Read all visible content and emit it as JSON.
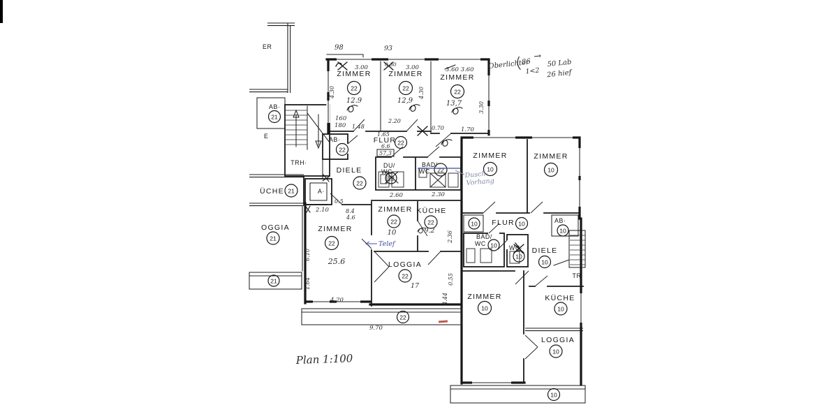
{
  "plan": {
    "scale_note": "Plan  1:100"
  },
  "a22": {
    "z1": {
      "label": "ZIMMER",
      "unit": "22",
      "area": "12.9"
    },
    "z2": {
      "label": "ZIMMER",
      "unit": "22",
      "area": "12,9"
    },
    "z3": {
      "label": "ZIMMER",
      "unit": "22",
      "area": "13,7"
    },
    "ab": {
      "label": "AB·",
      "unit": "22"
    },
    "flur": {
      "label": "FLUR",
      "unit": "22",
      "area": "6.6",
      "area_alt": "57,3"
    },
    "duwc": {
      "label1": "DU/",
      "label2": "WC",
      "unit": "22"
    },
    "badwc": {
      "label1": "BAD/",
      "label2": "WC",
      "unit": "22"
    },
    "diele": {
      "label": "DIELE",
      "unit": "22"
    },
    "zbig": {
      "label": "ZIMMER",
      "unit": "22",
      "area": "25.6"
    },
    "zmid": {
      "label": "ZIMMER",
      "unit": "22",
      "area": "10"
    },
    "kueche": {
      "label": "KÜCHE",
      "unit": "22",
      "area": "9.2"
    },
    "loggia": {
      "label": "LOGGIA",
      "unit": "22",
      "area": "17"
    },
    "balkon": {
      "unit": "22"
    }
  },
  "a10": {
    "za": {
      "label": "ZIMMER",
      "unit": "10"
    },
    "zb": {
      "label": "ZIMMER",
      "unit": "10"
    },
    "store": {
      "unit": "10"
    },
    "flur": {
      "label": "FLUR·",
      "unit": "10"
    },
    "ab": {
      "label": "AB·",
      "unit": "10"
    },
    "badwc": {
      "label1": "BAD/",
      "label2": "WC",
      "unit": "10"
    },
    "wc": {
      "label": "WC·",
      "unit": "10"
    },
    "diele": {
      "label": "DIELE",
      "unit": "10"
    },
    "zlow": {
      "label": "ZIMMER",
      "unit": "10"
    },
    "kueche": {
      "label": "KÜCHE",
      "unit": "10"
    },
    "loggia": {
      "label": "LOGGIA",
      "unit": "10"
    },
    "balkon": {
      "unit": "10"
    }
  },
  "a21": {
    "zimmer_cut": "ER",
    "ab": {
      "label": "AB·",
      "unit": "21"
    },
    "diele_cut": "E",
    "kueche": {
      "label": "ÜCHE",
      "unit": "21"
    },
    "loggia": {
      "label": "OGGIA",
      "unit": "21"
    },
    "balkon": {
      "unit": "21"
    }
  },
  "common": {
    "stairs": "TRH·",
    "stairs_right": "TR",
    "elevator": "A·"
  },
  "dims": {
    "d98": "98",
    "d93": "93",
    "d300": "3.00",
    "d030": "0.30",
    "d360": "3.60  3.60",
    "d430": "4.30",
    "d330": "3.30",
    "d160": "160",
    "d180": "180",
    "d148": "1.48",
    "d220": "2.20",
    "d070": "0.70",
    "d170": "1.70",
    "d165": "1.65",
    "d260": "2.60",
    "d230": "2.30",
    "d210": "2.10",
    "d84": "8.4",
    "d46": "4.6",
    "d05": "0.5",
    "d610": "6.10",
    "d164": "1.64",
    "d420": "4.20",
    "d970": "9.70",
    "d055": "0.55",
    "d444": "4.44",
    "d236": "2.36"
  },
  "notes": {
    "telef": "Telef",
    "dusch1": "Dusch-",
    "dusch2": "Vorhang",
    "ob1": "Oberlichter",
    "ob2": "86",
    "ob3": "1<2",
    "ob4": "50 Lab",
    "ob5": "26 hief",
    "arrow": "→"
  }
}
